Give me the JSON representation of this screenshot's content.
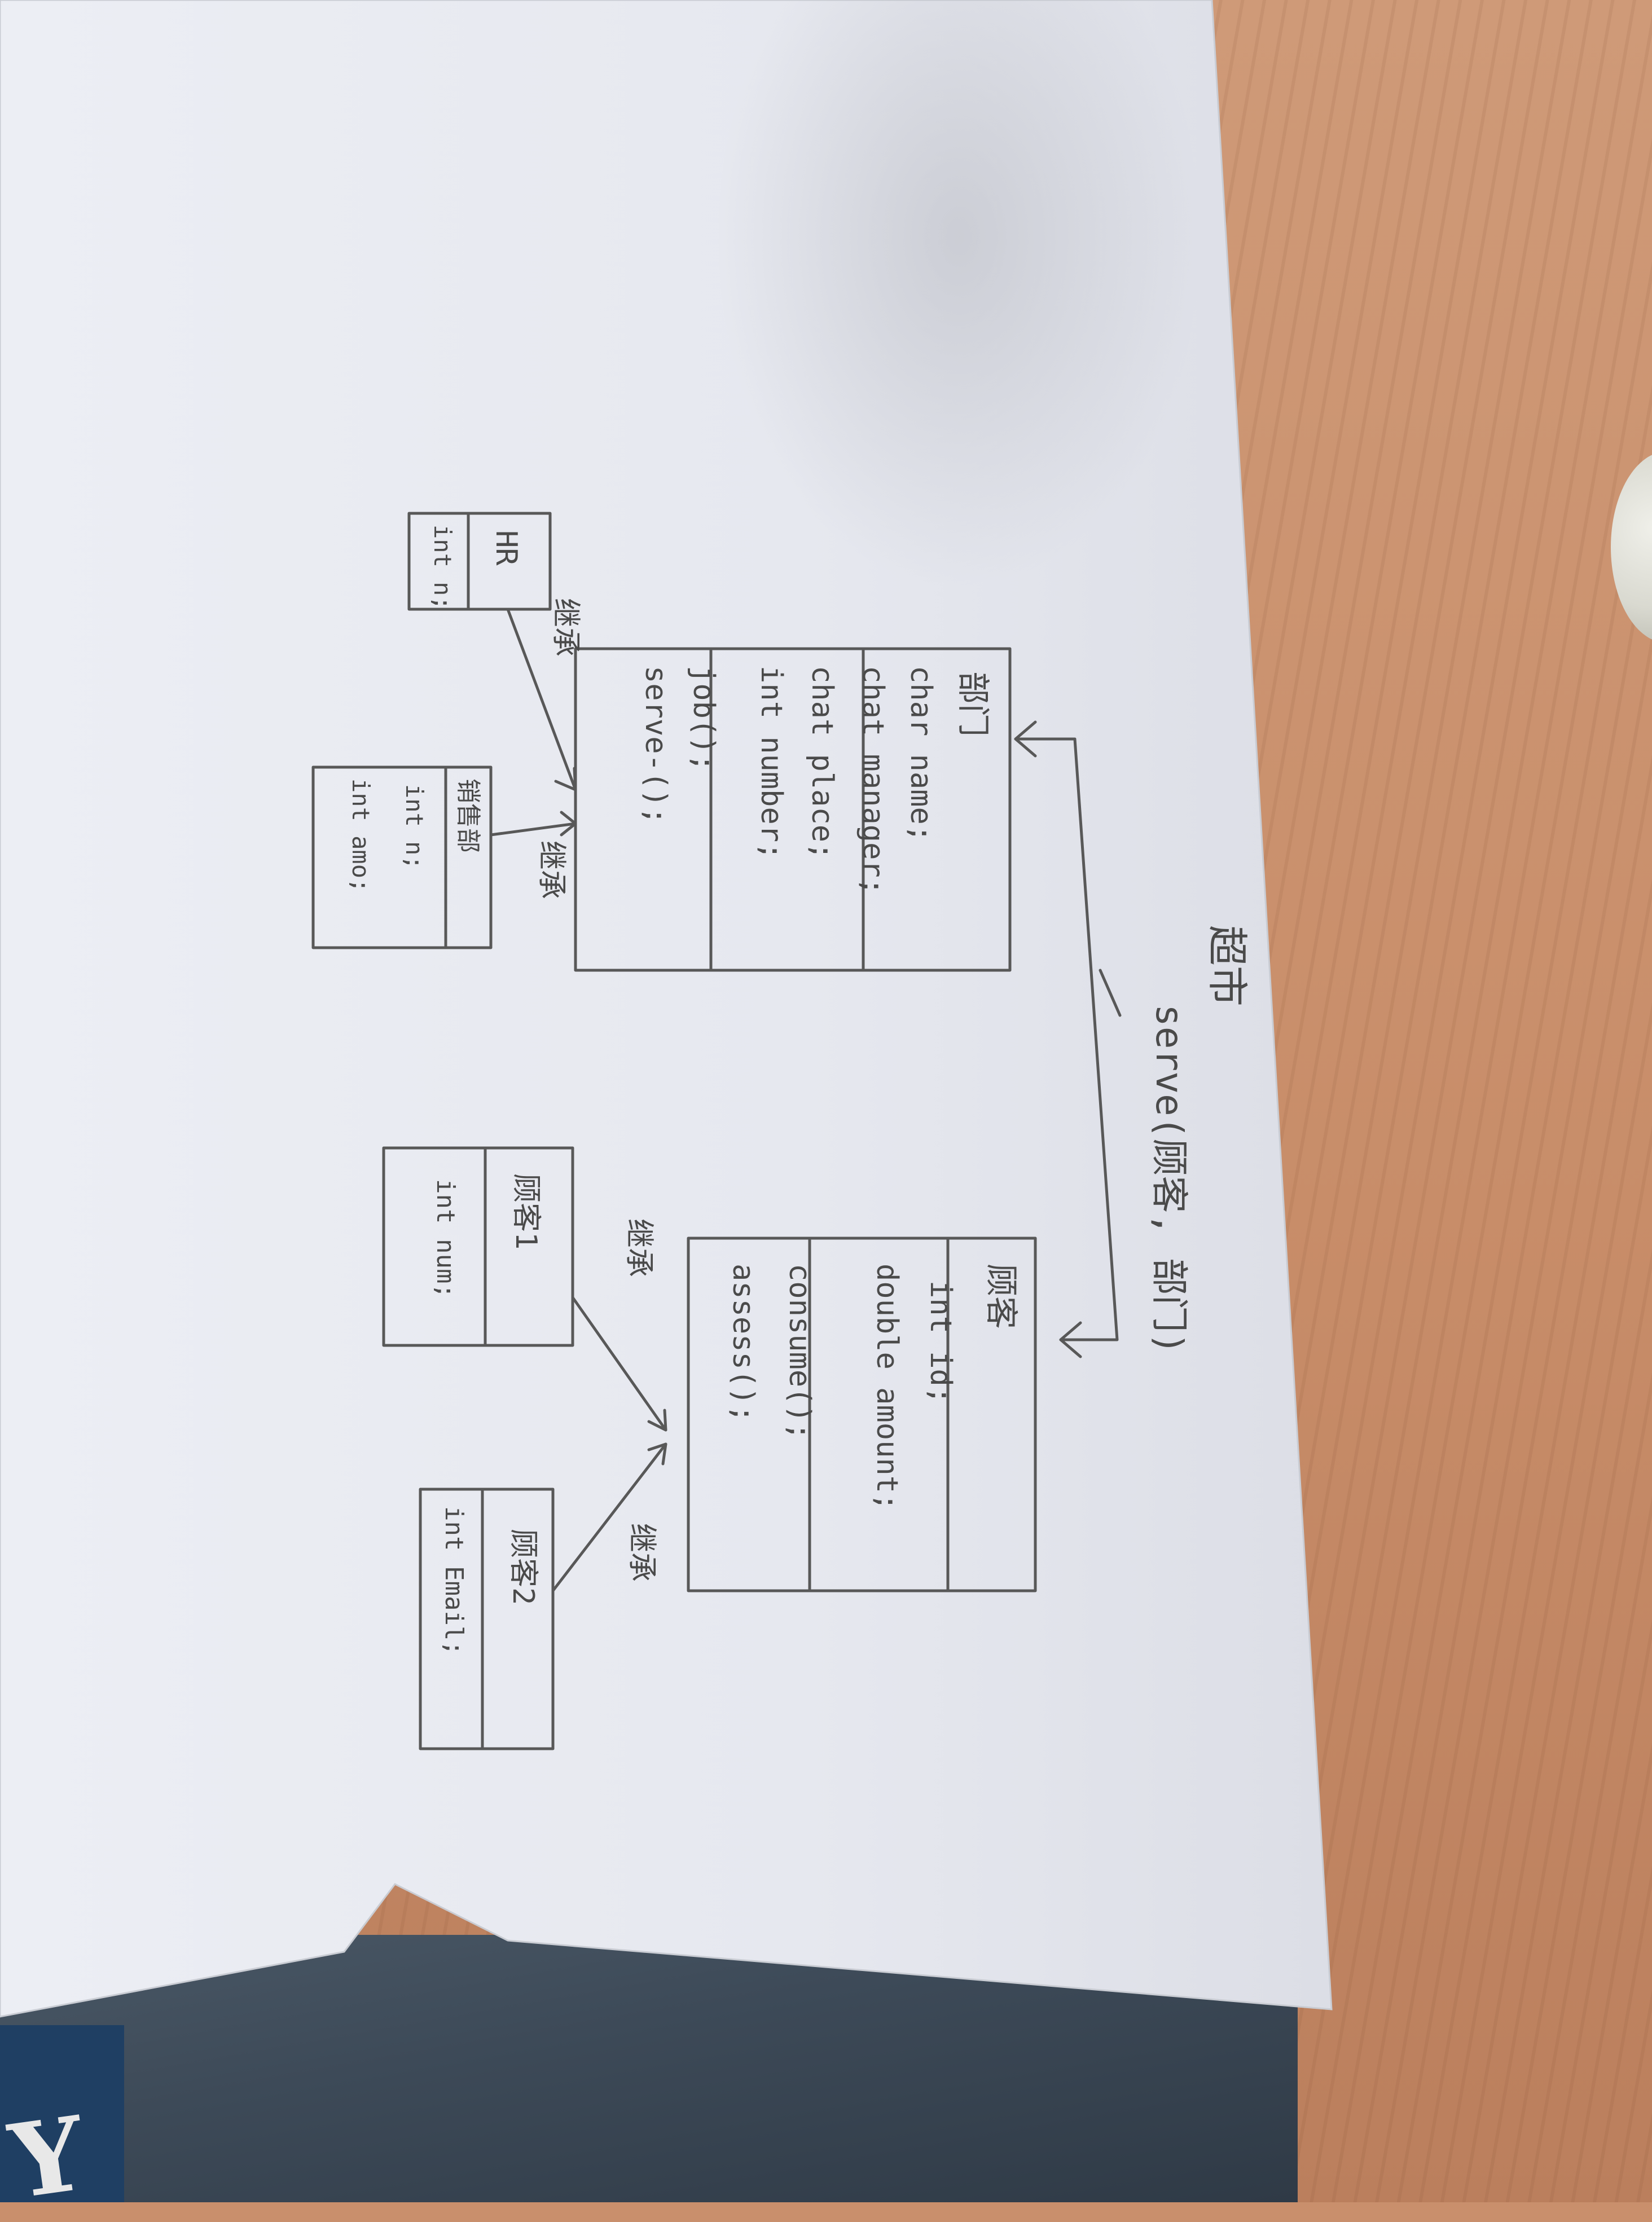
{
  "diagram": {
    "central_label": "超市",
    "central_method": "serve(顾客, 部门)",
    "classes": {
      "department": {
        "title": "部门",
        "attributes": [
          "char name;",
          "chat manager;",
          "chat place;",
          "int number;"
        ],
        "methods": [
          "job();",
          "serve-();"
        ]
      },
      "customer": {
        "title": "顾客",
        "attributes": [
          "int id;",
          "double amount;"
        ],
        "methods": [
          "consume();",
          "assess();"
        ]
      },
      "hr": {
        "title": "HR",
        "attributes": [
          "int n;"
        ]
      },
      "sales": {
        "title": "销售部",
        "attributes": [
          "int n;",
          "int amo;"
        ]
      },
      "customer1": {
        "title": "顾客1",
        "attributes": [
          "int num;"
        ]
      },
      "customer2": {
        "title": "顾客2",
        "attributes": [
          "int Email;"
        ]
      }
    },
    "relations": {
      "hr_to_department": "继承",
      "sales_to_department": "继承",
      "customer1_to_customer": "继承",
      "customer2_to_customer": "继承"
    }
  }
}
